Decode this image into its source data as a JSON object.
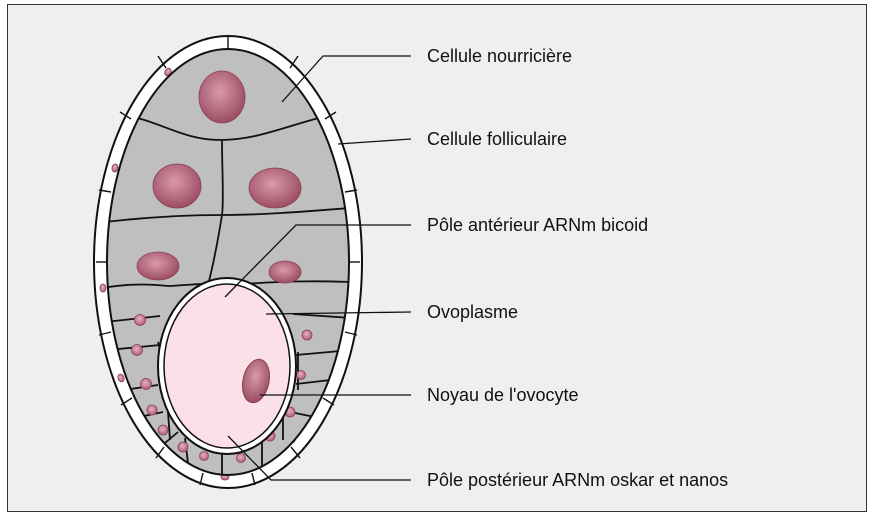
{
  "labels": {
    "nurse_cell": "Cellule nourricière",
    "follicle_cell": "Cellule folliculaire",
    "anterior_pole": "Pôle antérieur ARNm bicoid",
    "ovoplasm": "Ovoplasme",
    "oocyte_nucleus": "Noyau de l'ovocyte",
    "posterior_pole": "Pôle postérieur ARNm oskar et nanos"
  },
  "colors": {
    "background": "#efefef",
    "nurse_cells": "#bfbfbf",
    "follicle_layer": "#ffffff",
    "ovoplasm": "#fbe0e8",
    "nuclei": "#b96a80",
    "outline": "#111111"
  }
}
